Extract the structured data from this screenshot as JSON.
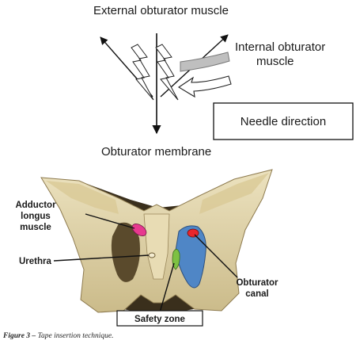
{
  "labels": {
    "external_obturator": "External obturator muscle",
    "internal_obturator_line1": "Internal obturator",
    "internal_obturator_line2": "muscle",
    "needle_direction": "Needle direction",
    "obturator_membrane": "Obturator membrane",
    "adductor_line1": "Adductor",
    "adductor_line2": "longus",
    "adductor_line3": "muscle",
    "urethra": "Urethra",
    "obturator_canal_line1": "Obturator",
    "obturator_canal_line2": "canal",
    "safety_zone": "Safety zone"
  },
  "caption": {
    "label": "Figure 3 –",
    "text": " Tape insertion technique."
  },
  "colors": {
    "bone": "#e3d6ab",
    "adductor_marker": "#e7398f",
    "canal_marker": "#e8262d",
    "safety_zone_marker": "#7ec142",
    "obturator_foramen": "#4f86c6"
  }
}
